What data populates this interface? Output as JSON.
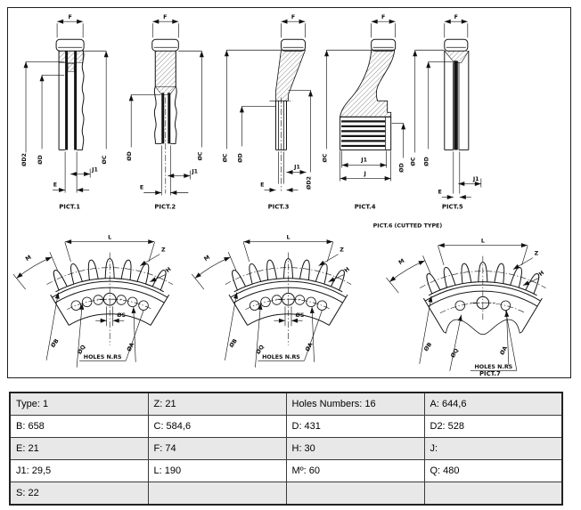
{
  "drawing_panel": {
    "cross_sections": [
      {
        "caption": "PICT.1",
        "top_dim": "F",
        "left_dim_outer": "ØD2",
        "left_dim_inner": "ØD",
        "right_dim": "ØC",
        "bottom_dim_1": "J1",
        "bottom_dim_2": "E"
      },
      {
        "caption": "PICT.2",
        "top_dim": "F",
        "left_dim_outer": "ØD",
        "right_dim": "ØC",
        "bottom_dim_1": "J1",
        "bottom_dim_2": "E"
      },
      {
        "caption": "PICT.3",
        "top_dim": "F",
        "left_dim_outer": "ØC",
        "left_dim_inner": "ØD",
        "right_dim": "ØD2",
        "bottom_dim_1": "J1",
        "bottom_dim_2": "E"
      },
      {
        "caption": "PICT.4",
        "top_dim": "F",
        "left_dim_outer": "ØC",
        "right_dim": "ØD",
        "bottom_dim_1": "J1",
        "bottom_dim_2": "J"
      },
      {
        "caption": "PICT.5",
        "top_dim": "F",
        "left_dim_outer": "ØC",
        "left_dim_inner": "ØD",
        "bottom_dim_1": "J1",
        "bottom_dim_2": "E"
      }
    ],
    "segments": {
      "title_pict6": "PICT.6 (CUTTED TYPE)",
      "caption_pict7": "PICT.7",
      "labels": {
        "arc_length": "L",
        "teeth": "Z",
        "pitch_arc": "M",
        "tooth_height": "H",
        "center_hole": "ØS",
        "outer_dia": "ØB",
        "bolt_dia": "ØQ",
        "hole_dia": "ØA",
        "holes_note": "HOLES N.RS"
      }
    }
  },
  "spec_table": {
    "rows": [
      {
        "cells": [
          "Type: 1",
          "Z: 21",
          "Holes Numbers: 16",
          "A: 644,6"
        ]
      },
      {
        "cells": [
          "B: 658",
          "C: 584,6",
          "D: 431",
          "D2: 528"
        ]
      },
      {
        "cells": [
          "E: 21",
          "F: 74",
          "H: 30",
          "J:"
        ]
      },
      {
        "cells": [
          "J1: 29,5",
          "L: 190",
          "Mº: 60",
          "Q: 480"
        ]
      },
      {
        "cells": [
          "S: 22",
          "",
          "",
          ""
        ]
      }
    ]
  }
}
